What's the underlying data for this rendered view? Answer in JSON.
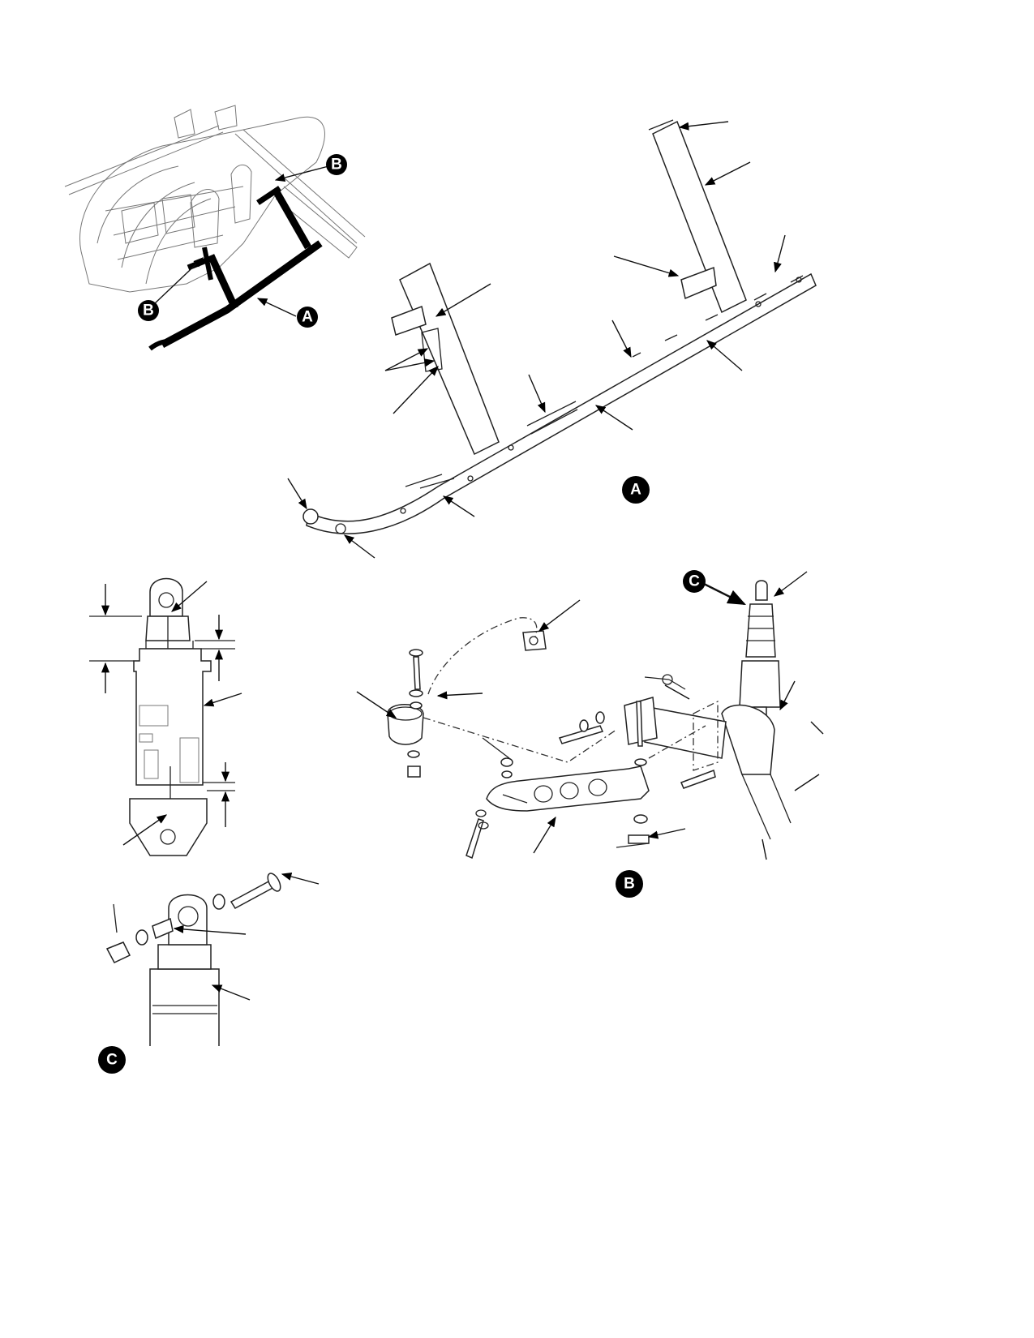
{
  "figure": {
    "views": {
      "A": {
        "label": "A"
      },
      "B": {
        "label": "B"
      },
      "C": {
        "label": "C"
      }
    },
    "overview_callouts": {
      "a": "A",
      "b_upper": "B",
      "b_lower": "B"
    },
    "detail_b_callout": "C"
  }
}
